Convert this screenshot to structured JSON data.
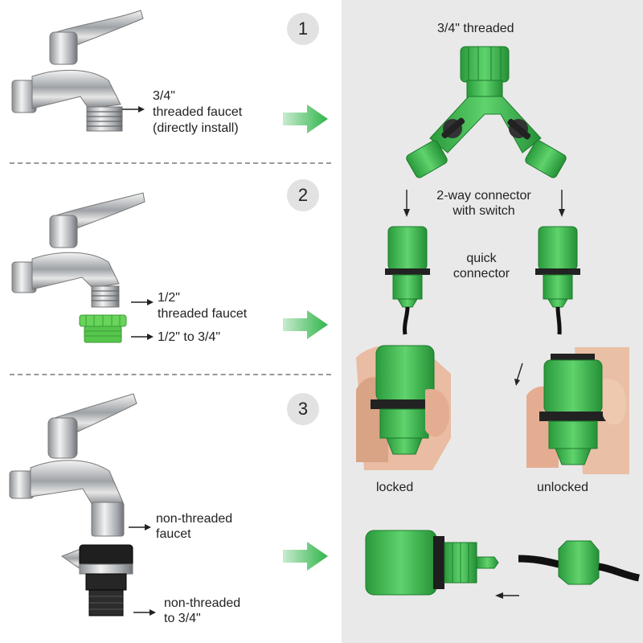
{
  "steps": [
    {
      "number": "1",
      "faucet_label": [
        "3/4\"",
        "threaded faucet",
        "(directly install)"
      ]
    },
    {
      "number": "2",
      "faucet_label": [
        "1/2\"",
        "threaded faucet"
      ],
      "adapter_label": "1/2\" to 3/4\""
    },
    {
      "number": "3",
      "faucet_label": [
        "non-threaded",
        "faucet"
      ],
      "adapter_label": [
        "non-threaded",
        "to 3/4\""
      ]
    }
  ],
  "right": {
    "top_label": "3/4\" threaded",
    "connector_label": [
      "2-way connector",
      "with switch"
    ],
    "quick_label": [
      "quick",
      "connector"
    ],
    "locked_label": "locked",
    "unlocked_label": "unlocked"
  },
  "colors": {
    "left_bg": "#ffffff",
    "right_bg": "#e9e9e9",
    "arrow_green": "#2fb54a",
    "connector_green": "#36b34a",
    "adapter_green": "#67d45a"
  }
}
